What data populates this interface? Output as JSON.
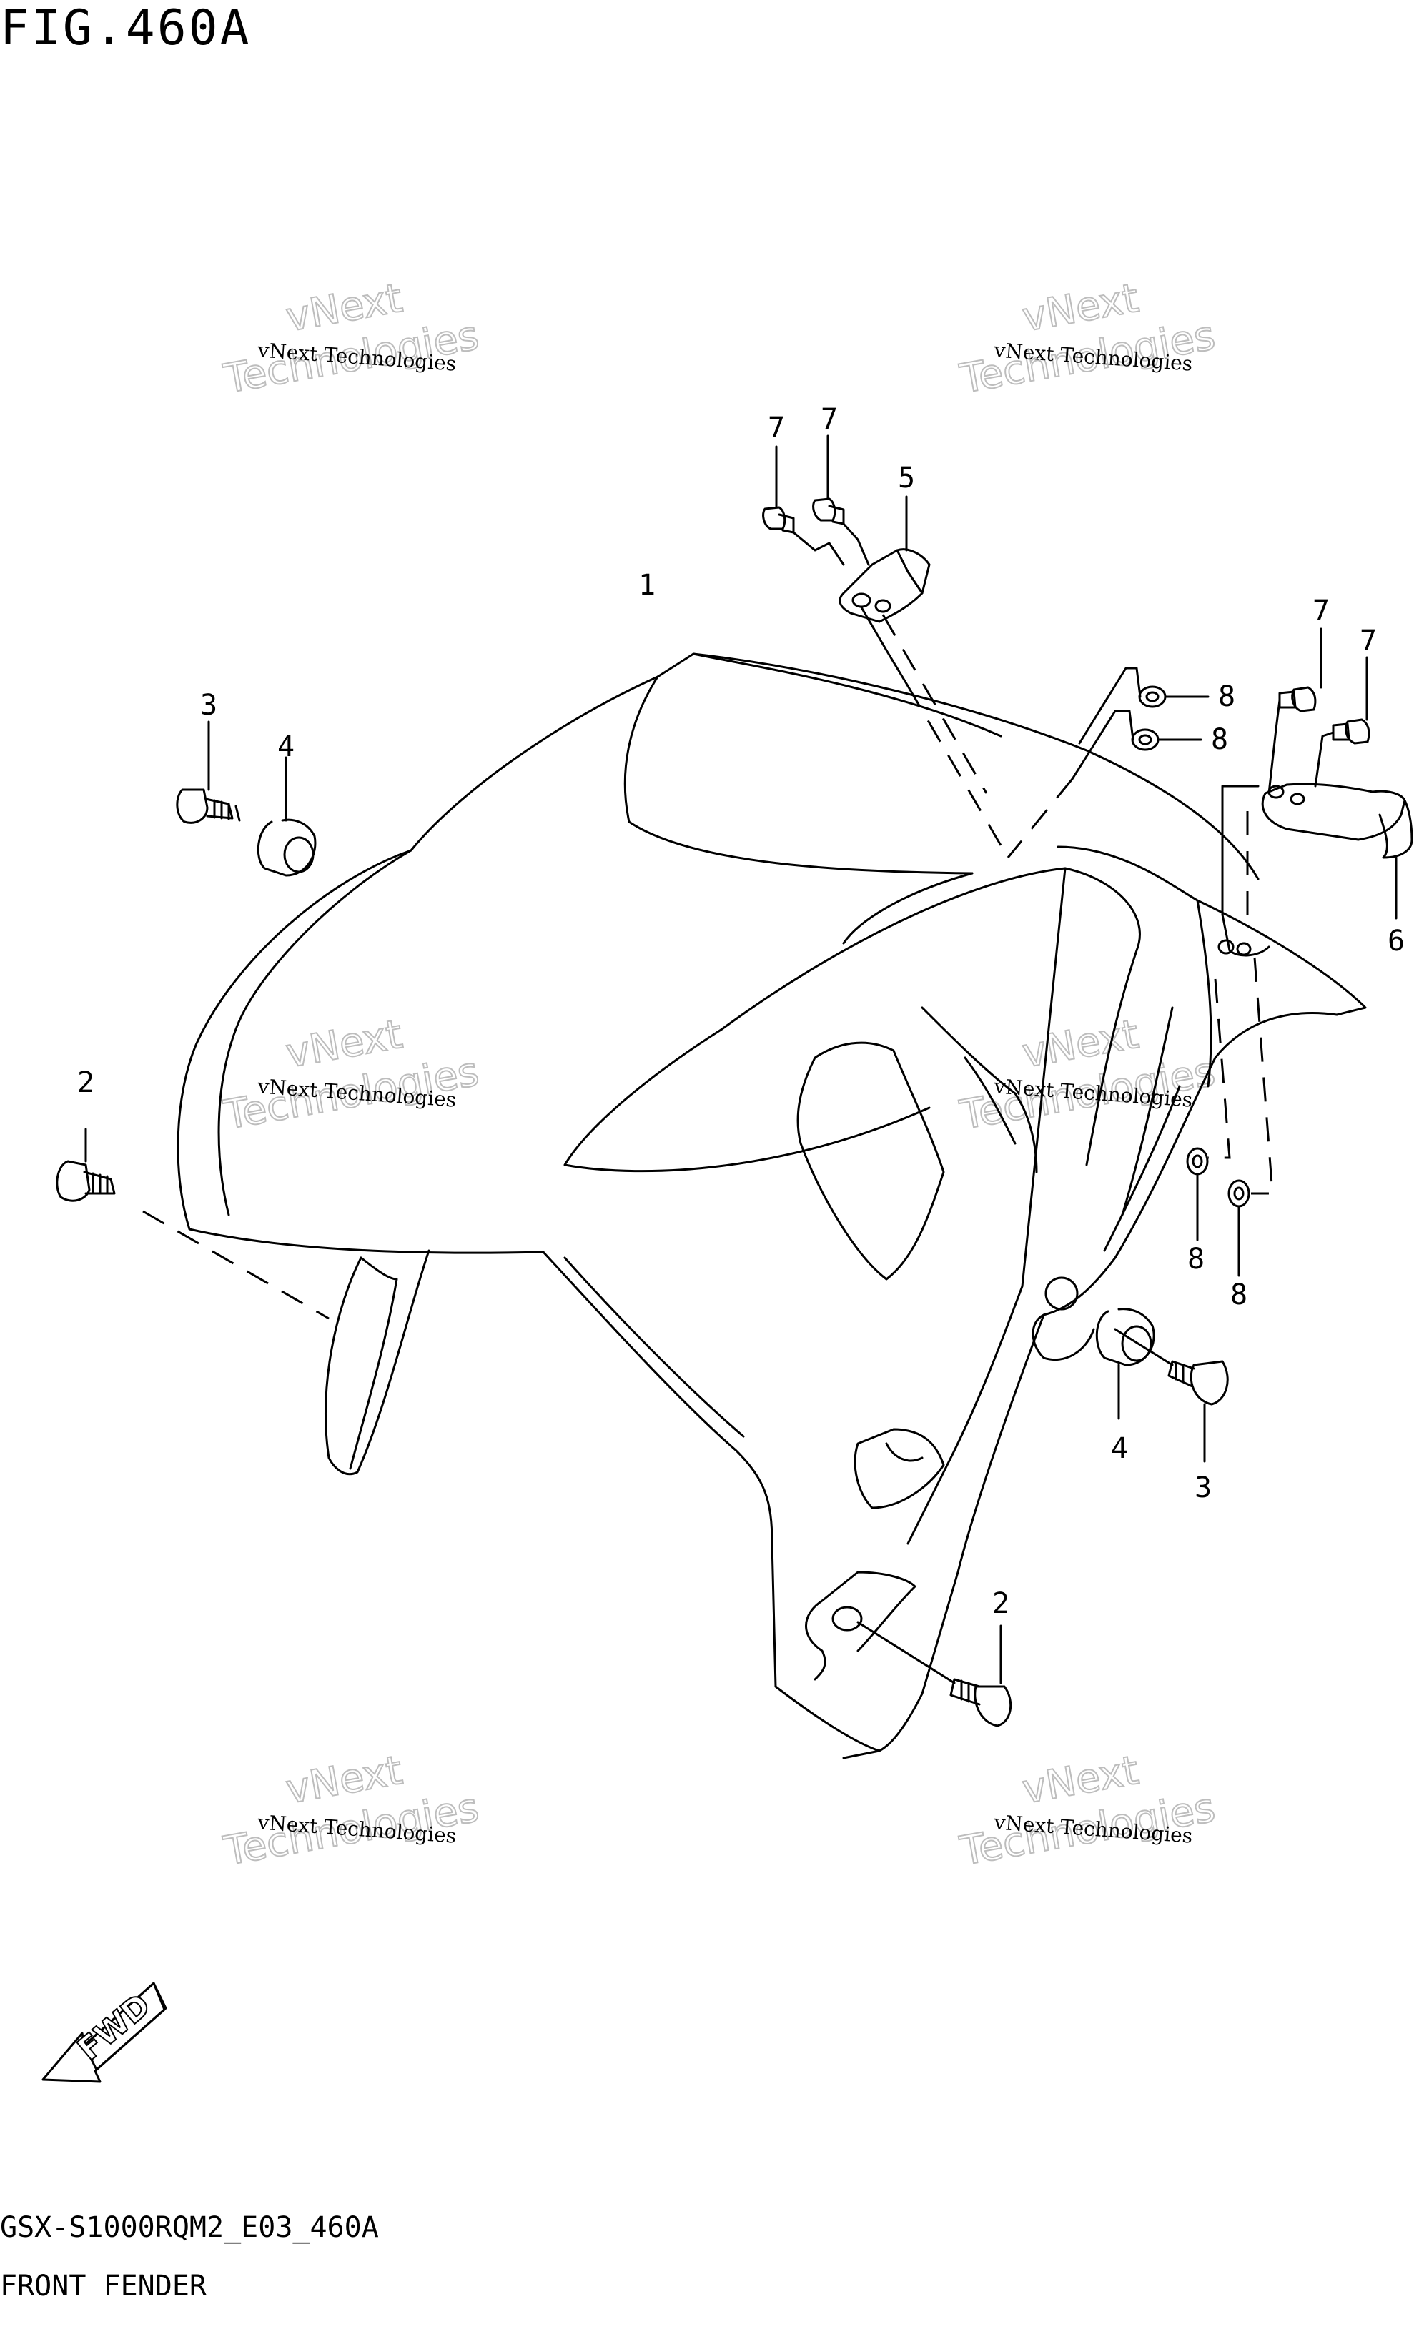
{
  "header": {
    "figure_title": "FIG.460A"
  },
  "footer": {
    "model_code": "GSX-S1000RQM2_E03_460A",
    "caption": "FRONT FENDER"
  },
  "watermark": {
    "line1": "vNext Technologies",
    "line2": "vNext",
    "line3": "Technologies"
  },
  "fwd_label": "FWD",
  "callouts": {
    "c1": "1",
    "c2a": "2",
    "c2b": "2",
    "c3a": "3",
    "c3b": "3",
    "c4a": "4",
    "c4b": "4",
    "c5": "5",
    "c6": "6",
    "c7a": "7",
    "c7b": "7",
    "c7c": "7",
    "c7d": "7",
    "c8a": "8",
    "c8b": "8",
    "c8c": "8",
    "c8d": "8"
  },
  "colors": {
    "line": "#000000",
    "watermark_outline": "#bdbdbd",
    "background": "#ffffff"
  }
}
